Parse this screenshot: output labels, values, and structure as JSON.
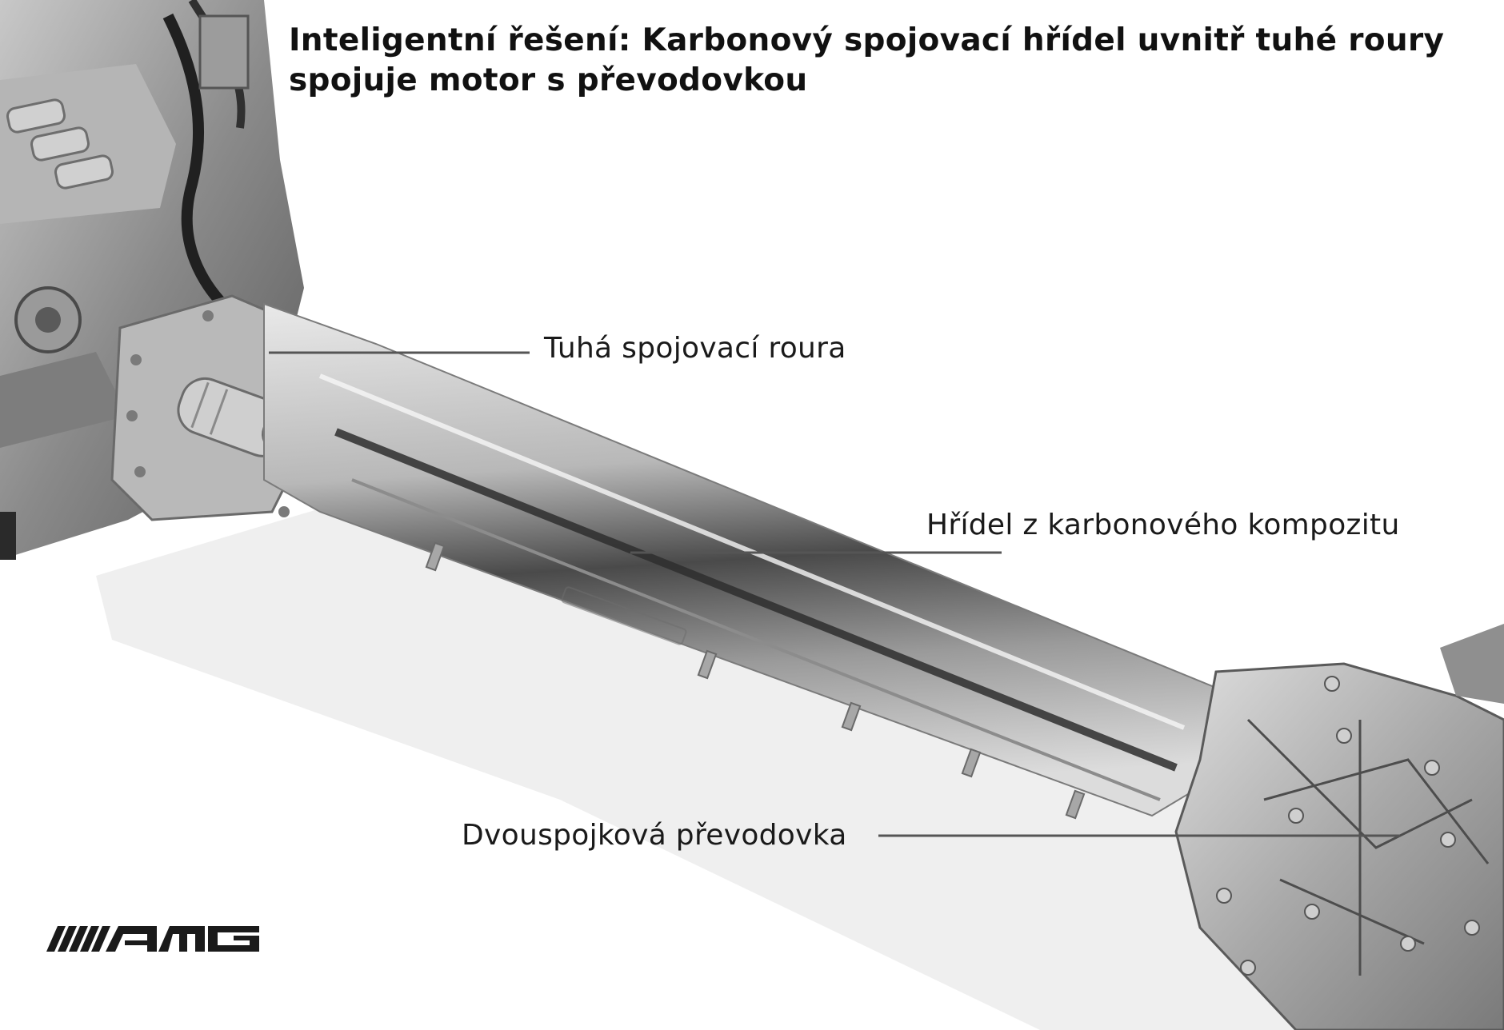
{
  "title": {
    "line1": "Inteligentní řešení: Karbonový spojovací hřídel uvnitř tuhé roury",
    "line2": "spojuje motor s převodovkou"
  },
  "callouts": {
    "tube": "Tuhá spojovací roura",
    "shaft": "Hřídel z karbonového kompozitu",
    "gearbox": "Dvouspojková převodovka"
  },
  "logo": {
    "text": "AMG",
    "color": "#1a1a1a"
  },
  "colors": {
    "background": "#ffffff",
    "leader_line": "#555555",
    "metal_dark": "#3a3a3a",
    "metal_light": "#d4d4d4"
  },
  "sections": [
    "engine",
    "torque-tube",
    "carbon-driveshaft",
    "dual-clutch-transmission"
  ]
}
